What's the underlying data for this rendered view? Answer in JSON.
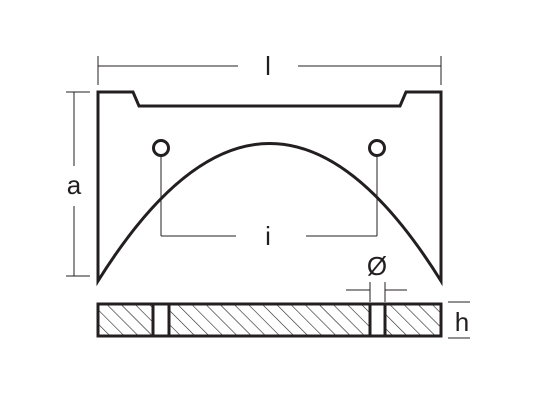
{
  "drawing": {
    "dimensions": {
      "length": "l",
      "height_a": "a",
      "hole_spacing": "i",
      "hole_diameter": "Ø",
      "thickness": "h"
    },
    "colors": {
      "line": "#231f20",
      "background": "#ffffff"
    }
  }
}
